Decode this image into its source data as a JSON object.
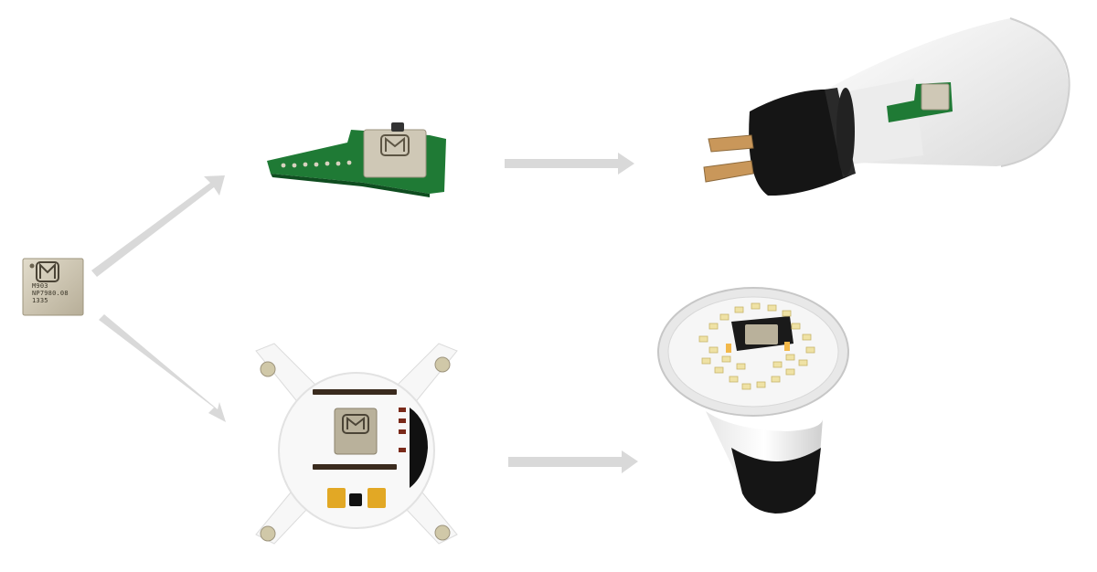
{
  "chip_marking": {
    "line1": "M903",
    "line2": "NP7980.08",
    "line3": "1335"
  },
  "colors": {
    "arrow": "#d9d9d9",
    "pcb_green": "#1f7a35",
    "module_silver": "#c9c3b4",
    "bulb_white": "#f2f2f2",
    "socket_black": "#151515",
    "prong_copper": "#c9975a"
  }
}
